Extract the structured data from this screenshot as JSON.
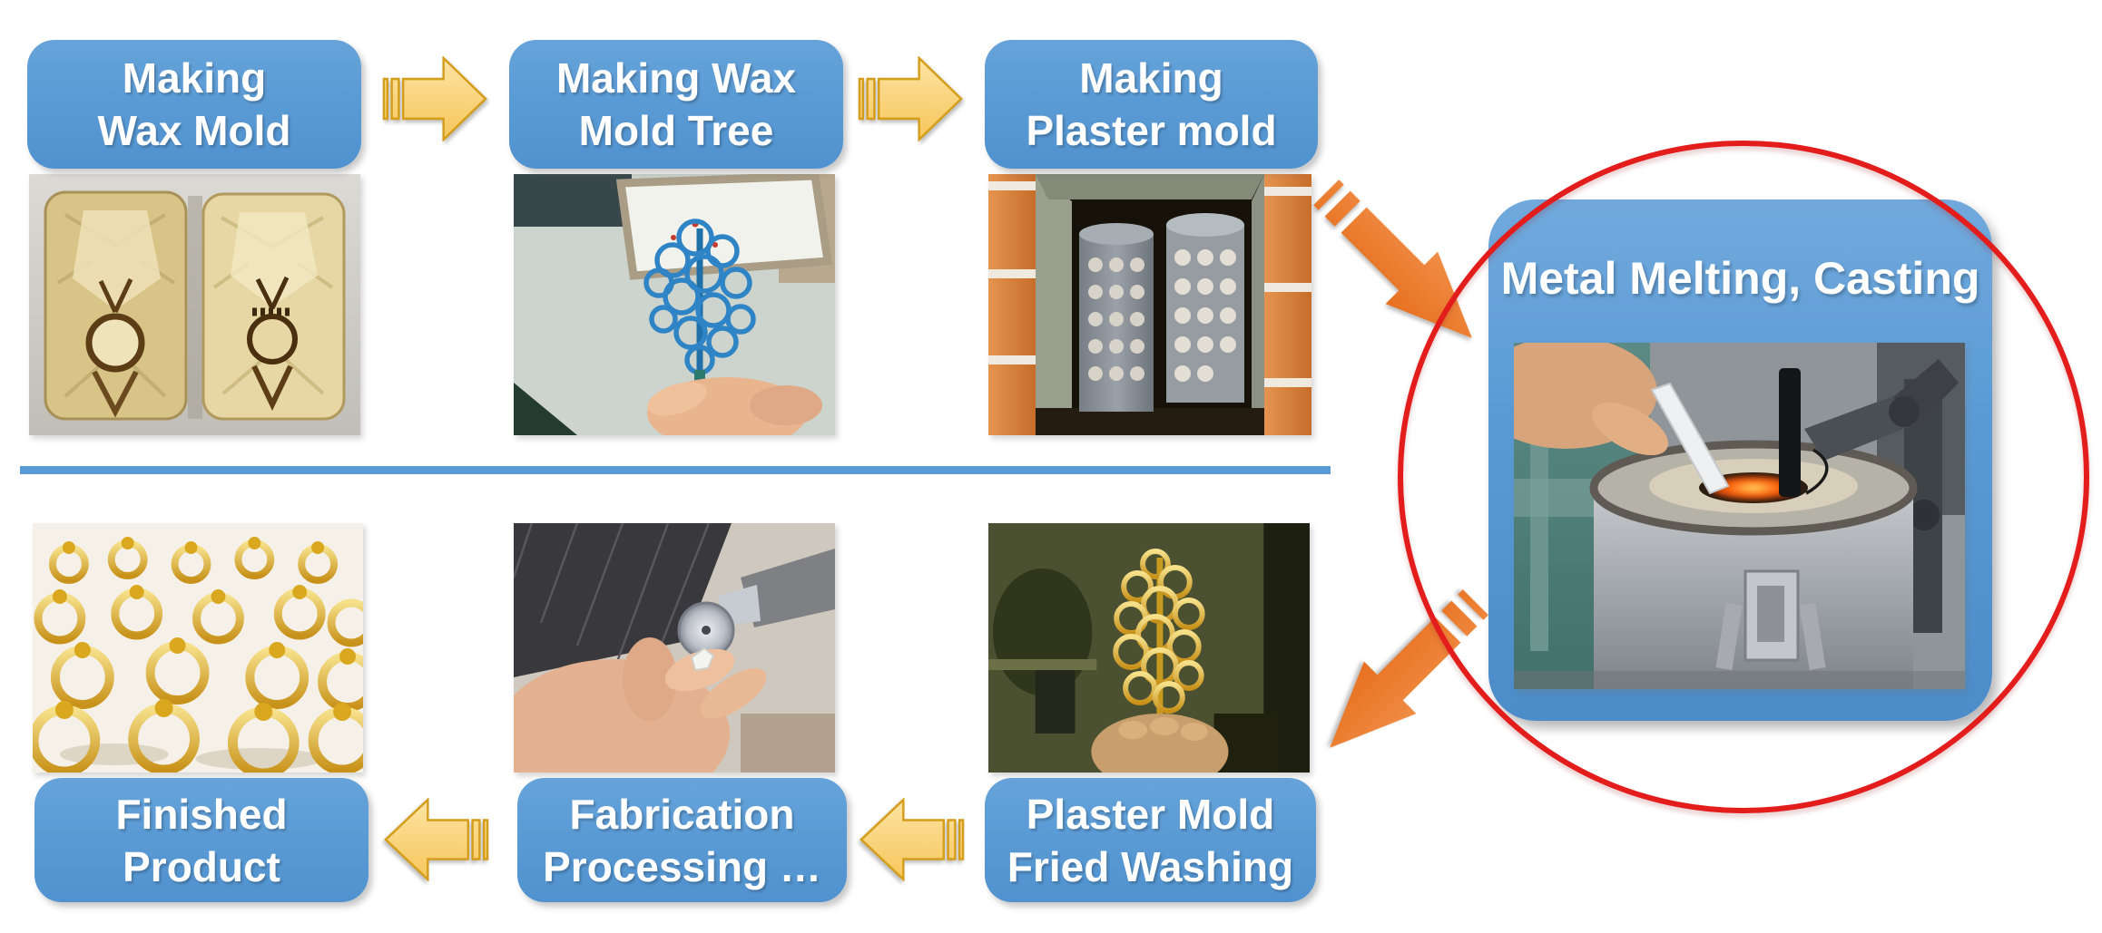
{
  "steps": {
    "making_wax_mold": {
      "line1": "Making",
      "line2": "Wax Mold"
    },
    "making_wax_mold_tree": {
      "line1": "Making Wax",
      "line2": "Mold Tree"
    },
    "making_plaster_mold": {
      "line1": "Making",
      "line2": "Plaster mold"
    },
    "metal_melting_casting": {
      "label": "Metal Melting, Casting"
    },
    "plaster_mold_fried_washing": {
      "line1": "Plaster Mold",
      "line2": "Fried Washing"
    },
    "fabrication_processing": {
      "line1": "Fabrication",
      "line2": "Processing …"
    },
    "finished_product": {
      "line1": "Finished",
      "line2": "Product"
    }
  },
  "flow": [
    {
      "from": "making_wax_mold",
      "to": "making_wax_mold_tree",
      "arrow": "yellow-striped-right"
    },
    {
      "from": "making_wax_mold_tree",
      "to": "making_plaster_mold",
      "arrow": "yellow-striped-right"
    },
    {
      "from": "making_plaster_mold",
      "to": "metal_melting_casting",
      "arrow": "orange-striped-down-right"
    },
    {
      "from": "metal_melting_casting",
      "to": "plaster_mold_fried_washing",
      "arrow": "orange-striped-down-left"
    },
    {
      "from": "plaster_mold_fried_washing",
      "to": "fabrication_processing",
      "arrow": "yellow-striped-left"
    },
    {
      "from": "fabrication_processing",
      "to": "finished_product",
      "arrow": "yellow-striped-left"
    }
  ],
  "highlight": {
    "shape": "ellipse",
    "color": "#e31c1c",
    "around": "metal_melting_casting"
  },
  "photos": {
    "wax_mold": "two-part rubber wax mold halves",
    "wax_mold_tree": "blue wax ring tree being assembled by hand",
    "plaster_mold": "perforated casting flasks inside kiln",
    "metal_melting": "melting furnace with glowing crucible",
    "gold_tree": "cast gold ring tree held in hand",
    "fabrication": "hands polishing ring with rotary tool",
    "finished_rings": "rows of finished gold rings"
  },
  "colors": {
    "box_blue": "#5b9bd5",
    "divider_blue": "#5b9bd5",
    "arrow_yellow_fill": "#fbd36f",
    "arrow_yellow_border": "#d49e1c",
    "arrow_orange": "#ed7d31",
    "highlight_red": "#e31c1c",
    "label_text": "#ffffff"
  }
}
